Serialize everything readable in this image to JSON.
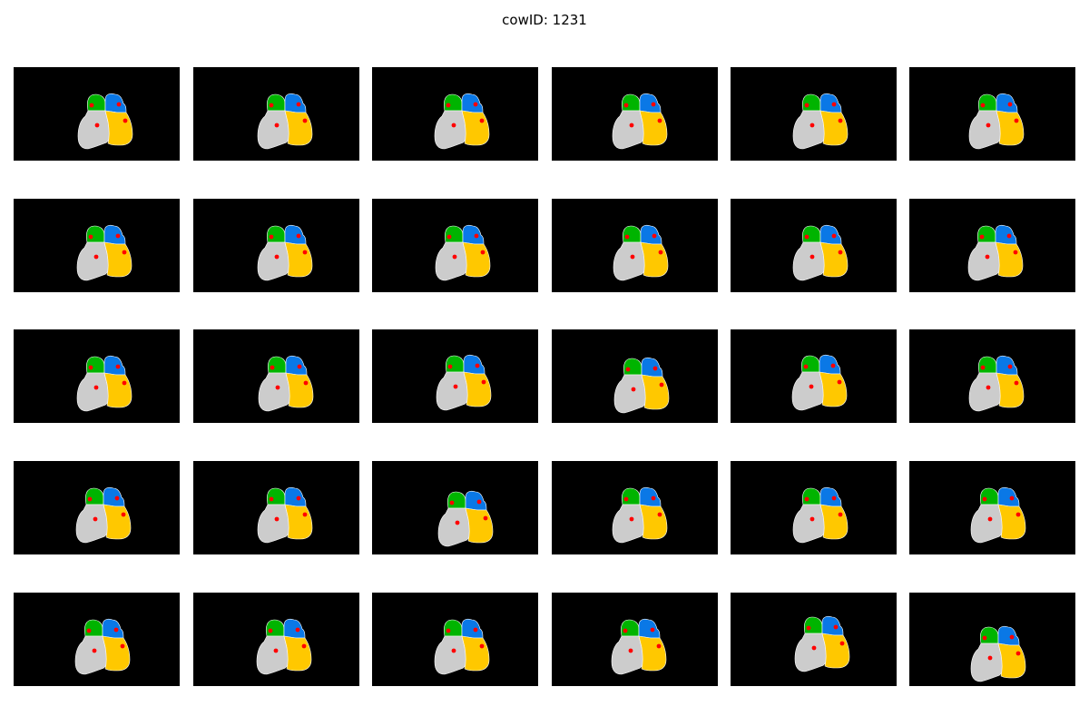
{
  "figure": {
    "title": "cowID: 1231"
  },
  "colors": {
    "background": "#000000",
    "front_left": "#00b400",
    "front_right": "#0a78e6",
    "rear_left": "#cccccc",
    "rear_right": "#ffc800",
    "center_marker": "#ff0000",
    "outline": "#ffffff"
  },
  "grid": {
    "rows": 5,
    "cols": 6
  }
}
